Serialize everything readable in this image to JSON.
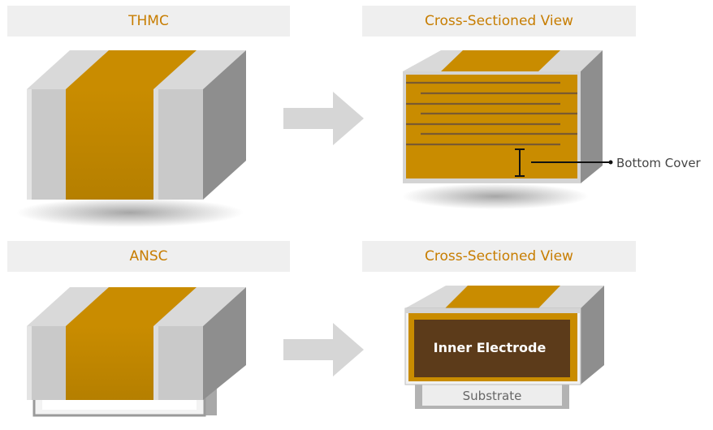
{
  "panels": {
    "thmc_title": "THMC",
    "thmc_section_title": "Cross-Sectioned View",
    "ansc_title": "ANSC",
    "ansc_section_title": "Cross-Sectioned View"
  },
  "labels": {
    "bottom_cover": "Bottom Cover",
    "inner_electrode": "Inner Electrode",
    "substrate": "Substrate"
  },
  "colors": {
    "header_bg": "#efefef",
    "header_text": "#c77d00",
    "gold": "#c98c00",
    "gold_dark": "#a87500",
    "gray_light": "#d4d4d4",
    "gray_mid": "#b0b0b0",
    "gray_dark": "#8e8e8e",
    "electrode_brown": "#5c3b1a",
    "arrow": "#d6d6d6"
  },
  "icons": {
    "arrow_1": "right-arrow-icon",
    "arrow_2": "right-arrow-icon"
  }
}
